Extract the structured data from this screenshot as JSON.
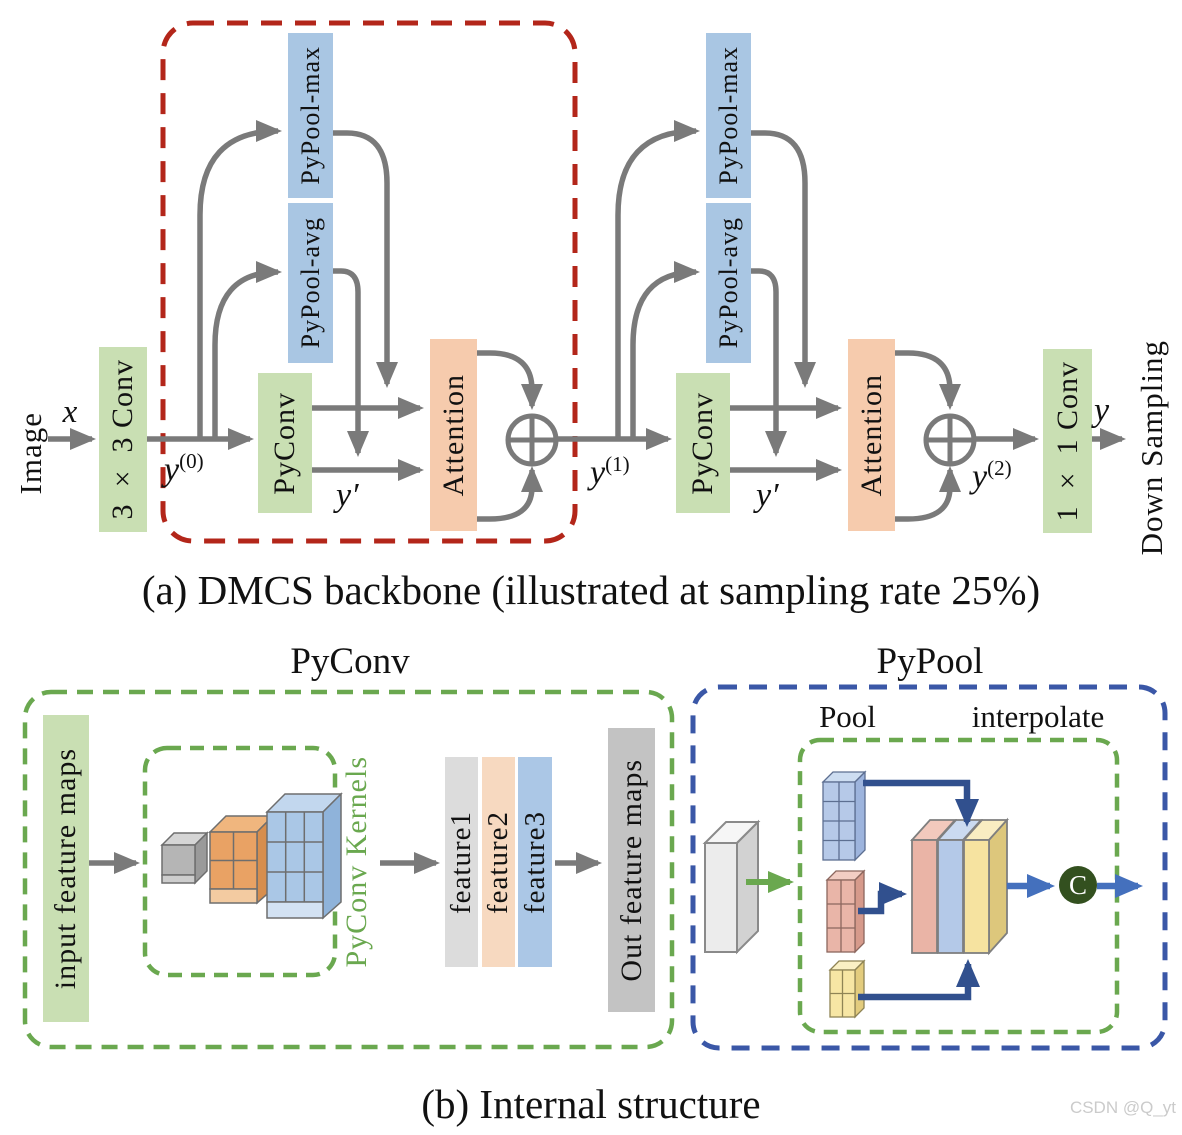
{
  "watermark": "CSDN @Q_yt",
  "panel_a": {
    "caption": "(a) DMCS backbone (illustrated at sampling rate 25%)",
    "image_label": "Image",
    "x_label": "x",
    "conv_in_label": "3 × 3 Conv",
    "conv_out_label": "1 × 1 Conv",
    "y_out_label": "y",
    "down_sampling_label": "Down Sampling",
    "flow": {
      "y0": {
        "base": "y",
        "sup": "(0)"
      },
      "y1": {
        "base": "y",
        "sup": "(1)"
      },
      "y2": {
        "base": "y",
        "sup": "(2)"
      },
      "yprime1": "y′",
      "yprime2": "y′"
    },
    "stages": [
      {
        "pypool_max": "PyPool-max",
        "pypool_avg": "PyPool-avg",
        "pyconv": "PyConv",
        "attention": "Attention"
      },
      {
        "pypool_max": "PyPool-max",
        "pypool_avg": "PyPool-avg",
        "pyconv": "PyConv",
        "attention": "Attention"
      }
    ]
  },
  "panel_b": {
    "caption": "(b) Internal structure",
    "pyconv": {
      "title": "PyConv",
      "input_block_label": "input feature maps",
      "kernels_label": "PyConv Kernels",
      "feature_labels": [
        "feature1",
        "feature2",
        "feature3"
      ],
      "output_block_label": "Out feature maps"
    },
    "pypool": {
      "title": "PyPool",
      "pool_label": "Pool",
      "interpolate_label": "interpolate",
      "concat_label": "C"
    }
  },
  "colors": {
    "conv_block": "#c9dfb3",
    "pool_block": "#a9c6e3",
    "attention_block": "#f6cbad",
    "arrow_gray": "#7a7a7a",
    "dashed_red": "#b3261a",
    "dashed_green": "#6aa84f",
    "dashed_blue": "#3a57a7",
    "arrow_navy": "#31508e",
    "arrow_blue": "#4470bd",
    "concat_circle": "#33501f"
  }
}
